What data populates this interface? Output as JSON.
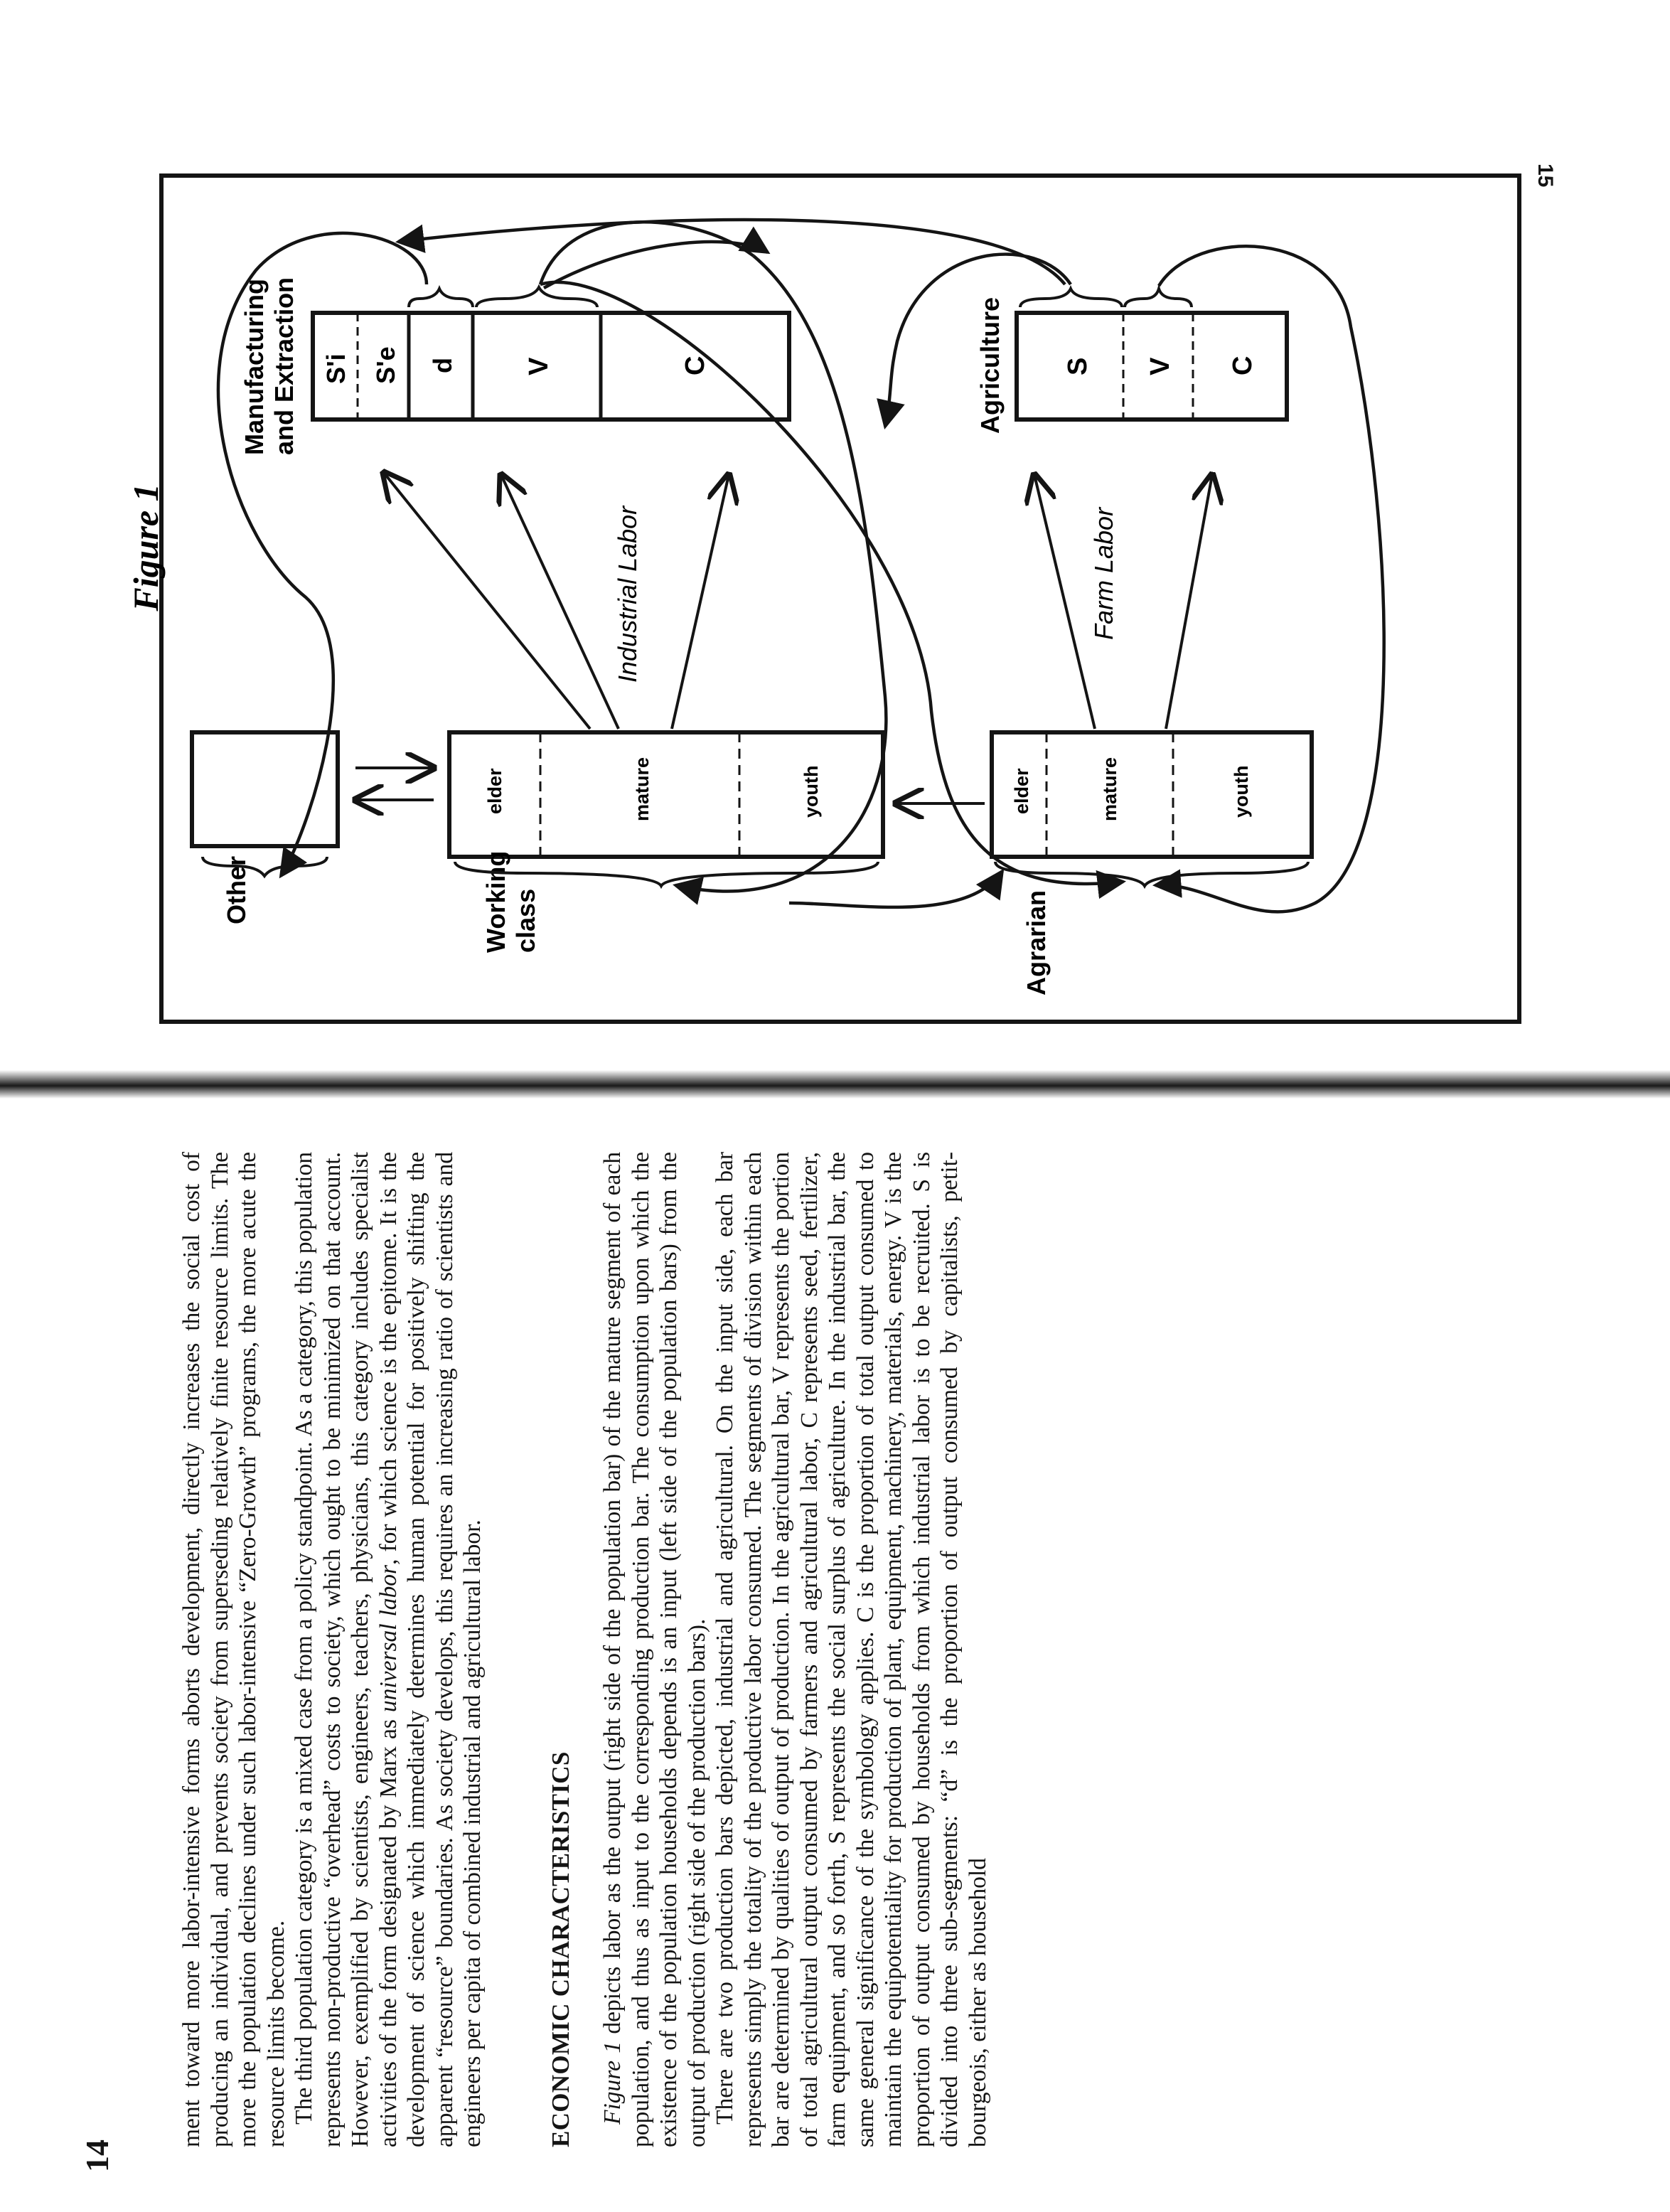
{
  "pages": {
    "left_number": "14",
    "right_number": "15"
  },
  "text": {
    "p1": "ment toward more labor-intensive forms aborts development, directly increases the social cost of producing an individual, and prevents society from superseding relatively finite resource limits. The more the population declines under such labor-intensive “Zero-Growth” programs, the more acute the resource limits become.",
    "p2": "The third population category is a mixed case from a policy standpoint. As a category, this population represents non-productive “overhead” costs to society, which ought to be minimized on that account. However, exemplified by scientists, engineers, teachers, physicians, this category includes specialist activities of the form designated by Marx as universal labor, for which science is the epitome. It is the development of science which immediately determines human potential for positively shifting the apparent “resource” boundaries. As society develops, this requires an increasing ratio of scientists and engineers per capita of combined industrial and agricultural labor.",
    "heading": "ECONOMIC CHARACTERISTICS",
    "p3": "Figure 1 depicts labor as the output (right side of the population bar) of the mature segment of each population, and thus as input to the corresponding production bar. The consumption upon which the existence of the population households depends is an input (left side of the population bars) from the output of production (right side of the production bars).",
    "p4": "There are two production bars depicted, industrial and agricultural. On the input side, each bar represents simply the totality of the productive labor consumed. The segments of division within each bar are determined by qualities of output of production. In the agricultural bar, V represents the portion of total agricultural output consumed by farmers and agricultural labor, C represents seed, fertilizer, farm equipment, and so forth, S represents the social surplus of agriculture. In the industrial bar, the same general significance of the symbology applies. C is the proportion of total output consumed to maintain the equipotentiality for production of plant, equipment, machinery, materials, energy. V is the proportion of output consumed by households from which industrial labor is to be recruited. S is divided into three sub-segments: “d” is the proportion of output consumed by capitalists, petit-bourgeois, either as household"
  },
  "figure": {
    "title": "Figure 1",
    "labels": {
      "other": "Other",
      "working_class_1": "Working",
      "working_class_2": "class",
      "agrarian": "Agrarian",
      "manufacturing_1": "Manufacturing",
      "manufacturing_2": "and Extraction",
      "agriculture": "Agriculture",
      "industrial_labor": "Industrial Labor",
      "farm_labor": "Farm Labor"
    },
    "working_segments": {
      "elder": "elder",
      "mature": "mature",
      "youth": "youth"
    },
    "agrarian_segments": {
      "elder": "elder",
      "mature": "mature",
      "youth": "youth"
    },
    "industrial_segments": {
      "si": "S'i",
      "se": "S'e",
      "d": "d",
      "v": "V",
      "c": "C"
    },
    "agricultural_segments": {
      "s": "S",
      "v": "V",
      "c": "C"
    }
  }
}
